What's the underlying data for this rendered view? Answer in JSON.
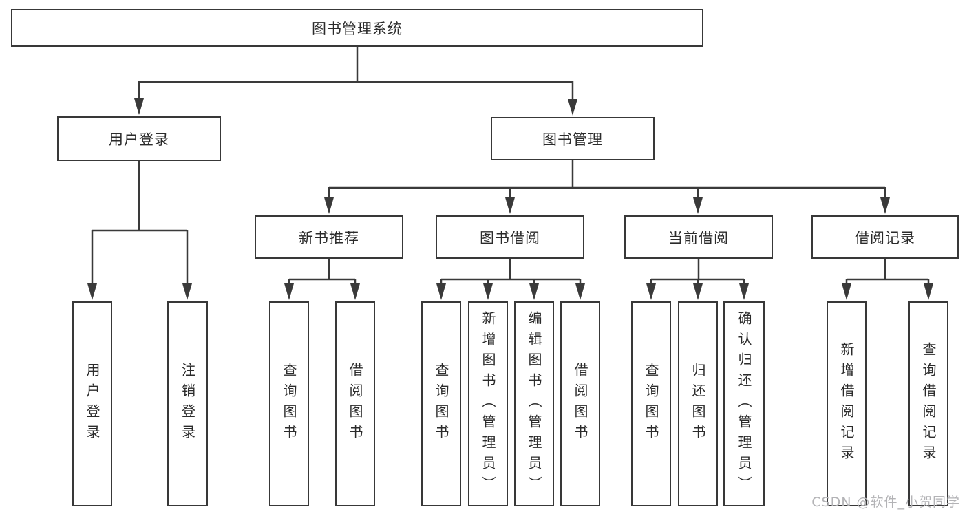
{
  "tree": {
    "root": {
      "label": "图书管理系统"
    },
    "branches": [
      {
        "label": "用户登录",
        "children": [
          {
            "label": "用户登录"
          },
          {
            "label": "注销登录"
          }
        ]
      },
      {
        "label": "图书管理",
        "children": [
          {
            "label": "新书推荐",
            "children": [
              {
                "label": "查询图书"
              },
              {
                "label": "借阅图书"
              }
            ]
          },
          {
            "label": "图书借阅",
            "children": [
              {
                "label": "查询图书"
              },
              {
                "label": "新增图书（管理员）"
              },
              {
                "label": "编辑图书（管理员）"
              },
              {
                "label": "借阅图书"
              }
            ]
          },
          {
            "label": "当前借阅",
            "children": [
              {
                "label": "查询图书"
              },
              {
                "label": "归还图书"
              },
              {
                "label": "确认归还（管理员）"
              }
            ]
          },
          {
            "label": "借阅记录",
            "children": [
              {
                "label": "新增借阅记录"
              },
              {
                "label": "查询借阅记录"
              }
            ]
          }
        ]
      }
    ]
  },
  "watermark": "CSDN @软件_小贺同学",
  "colors": {
    "line": "#3a3a3a",
    "border": "#383838",
    "watermark": "#b3b3b6",
    "background": "#ffffff"
  }
}
